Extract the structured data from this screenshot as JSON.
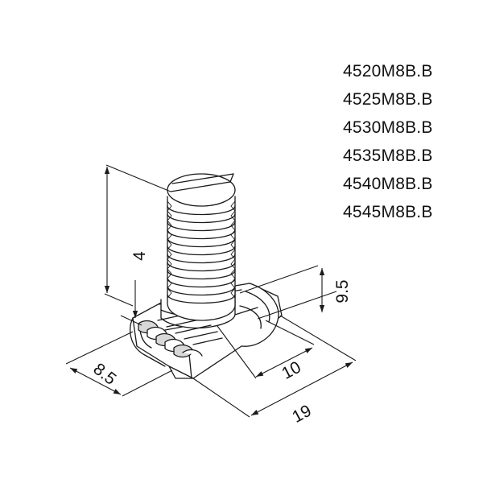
{
  "part_numbers": [
    "4520M8B.B",
    "4525M8B.B",
    "4530M8B.B",
    "4535M8B.B",
    "4540M8B.B",
    "4545M8B.B"
  ],
  "dimensions": {
    "height": "4",
    "nut_height": "9.5",
    "width": "8.5",
    "slot_length": "10",
    "overall_length": "19"
  },
  "colors": {
    "line": "#1a1a1a",
    "fill": "#ffffff",
    "hatch": "#cfcfcf"
  }
}
